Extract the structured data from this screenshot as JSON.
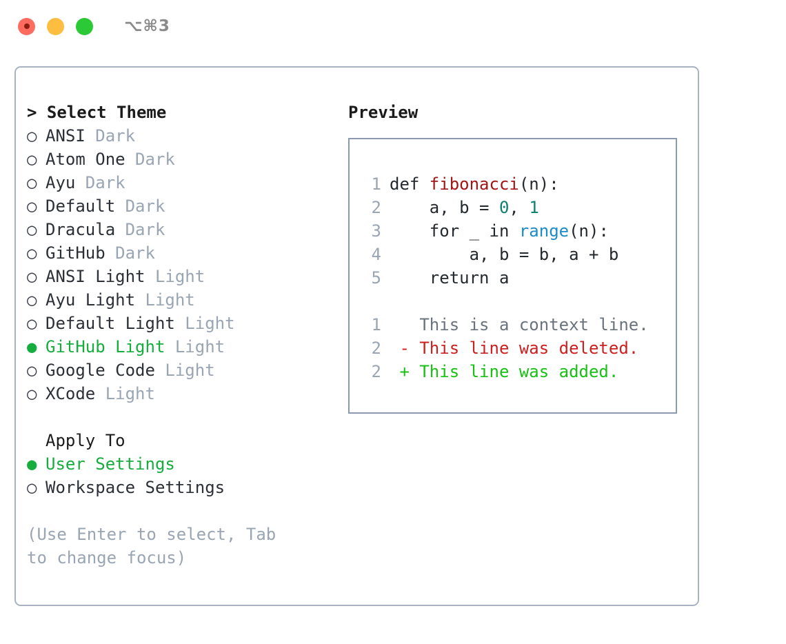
{
  "titlebar": {
    "shortcut": "⌥⌘3",
    "lights": [
      "close",
      "minimize",
      "maximize"
    ]
  },
  "theme_panel": {
    "header": "> Select Theme",
    "prompt_caret": ">",
    "bullet_unselected": "○",
    "bullet_selected": "●",
    "selected_color": "#17ad3e",
    "tag_color": "#9aa5b4",
    "items": [
      {
        "label": "ANSI",
        "tag": "Dark",
        "selected": false
      },
      {
        "label": "Atom One",
        "tag": "Dark",
        "selected": false
      },
      {
        "label": "Ayu",
        "tag": "Dark",
        "selected": false
      },
      {
        "label": "Default",
        "tag": "Dark",
        "selected": false
      },
      {
        "label": "Dracula",
        "tag": "Dark",
        "selected": false
      },
      {
        "label": "GitHub",
        "tag": "Dark",
        "selected": false
      },
      {
        "label": "ANSI Light",
        "tag": "Light",
        "selected": false
      },
      {
        "label": "Ayu Light",
        "tag": "Light",
        "selected": false
      },
      {
        "label": "Default Light",
        "tag": "Light",
        "selected": false
      },
      {
        "label": "GitHub Light",
        "tag": "Light",
        "selected": true
      },
      {
        "label": "Google Code",
        "tag": "Light",
        "selected": false
      },
      {
        "label": "XCode",
        "tag": "Light",
        "selected": false
      }
    ]
  },
  "apply_to": {
    "header": "Apply To",
    "items": [
      {
        "label": "User Settings",
        "selected": true
      },
      {
        "label": "Workspace Settings",
        "selected": false
      }
    ]
  },
  "hint": "(Use Enter to select, Tab to change focus)",
  "preview": {
    "title": "Preview",
    "code_lines": [
      {
        "number": "1",
        "tokens": [
          {
            "text": "def ",
            "type": "plain"
          },
          {
            "text": "fibonacci",
            "type": "fn"
          },
          {
            "text": "(n):",
            "type": "plain"
          }
        ]
      },
      {
        "number": "2",
        "tokens": [
          {
            "text": "    a, b = ",
            "type": "plain"
          },
          {
            "text": "0",
            "type": "num"
          },
          {
            "text": ", ",
            "type": "plain"
          },
          {
            "text": "1",
            "type": "num"
          }
        ]
      },
      {
        "number": "3",
        "tokens": [
          {
            "text": "    for _ in ",
            "type": "plain"
          },
          {
            "text": "range",
            "type": "call"
          },
          {
            "text": "(n):",
            "type": "plain"
          }
        ]
      },
      {
        "number": "4",
        "tokens": [
          {
            "text": "        a, b = b, a + b",
            "type": "plain"
          }
        ]
      },
      {
        "number": "5",
        "tokens": [
          {
            "text": "    return a",
            "type": "plain"
          }
        ]
      }
    ],
    "diff_lines": [
      {
        "number": "1",
        "marker": " ",
        "text": "This is a context line.",
        "kind": "context"
      },
      {
        "number": "2",
        "marker": "-",
        "text": "This line was deleted.",
        "kind": "deleted"
      },
      {
        "number": "2",
        "marker": "+",
        "text": "This line was added.",
        "kind": "added"
      }
    ],
    "colors": {
      "function": "#a31515",
      "number": "#0f8070",
      "call": "#1a8cc8",
      "context": "#6a737d",
      "deleted": "#cc2020",
      "added": "#17c013",
      "line_number": "#9aa5b4"
    }
  }
}
